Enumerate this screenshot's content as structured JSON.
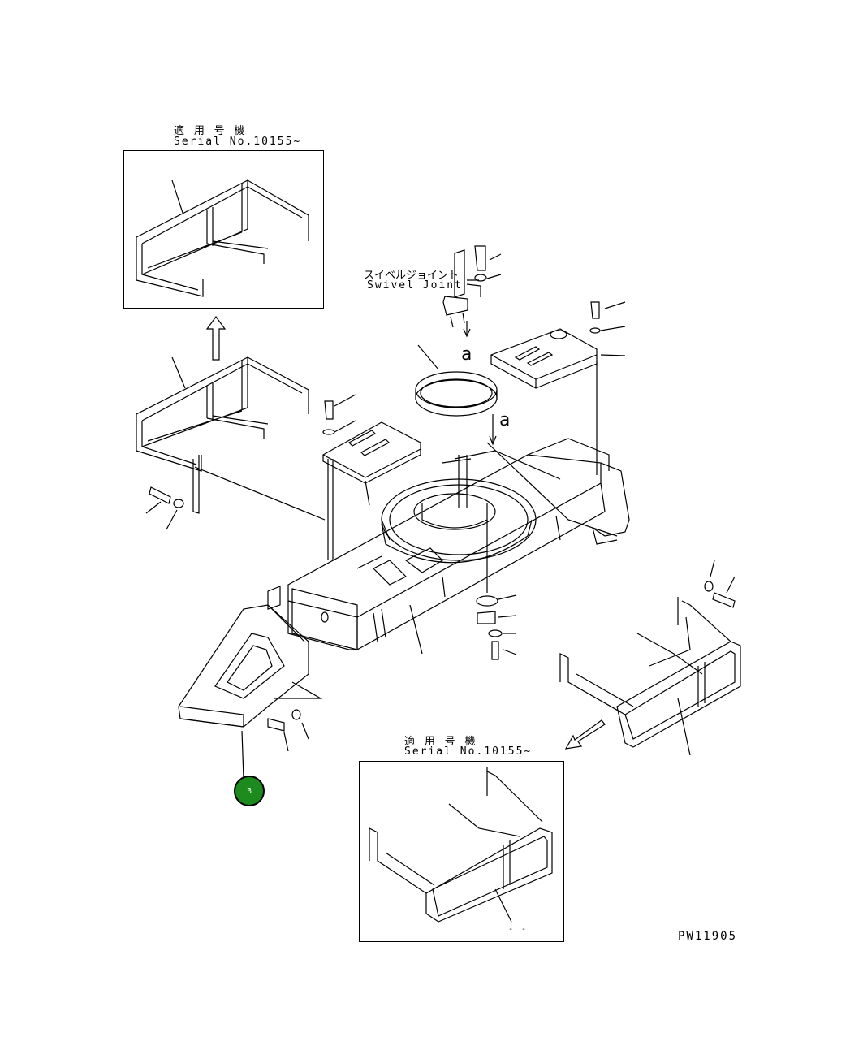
{
  "insets": {
    "top": {
      "label_jp": "適 用 号 機",
      "label_en": "Serial No.10155~"
    },
    "bottom": {
      "label_jp": "適 用 号 機",
      "label_en": "Serial No.10155~",
      "mark": "- -"
    }
  },
  "swivel": {
    "label_jp": "スイベルジョイント",
    "label_en": "Swivel Joint"
  },
  "arrow_letters": [
    "a",
    "a"
  ],
  "callout": {
    "number": "3",
    "color": "#1c8a1c"
  },
  "drawing_code": "PW11905",
  "icons": [
    "arrow-up-icon",
    "arrow-down-left-icon"
  ]
}
